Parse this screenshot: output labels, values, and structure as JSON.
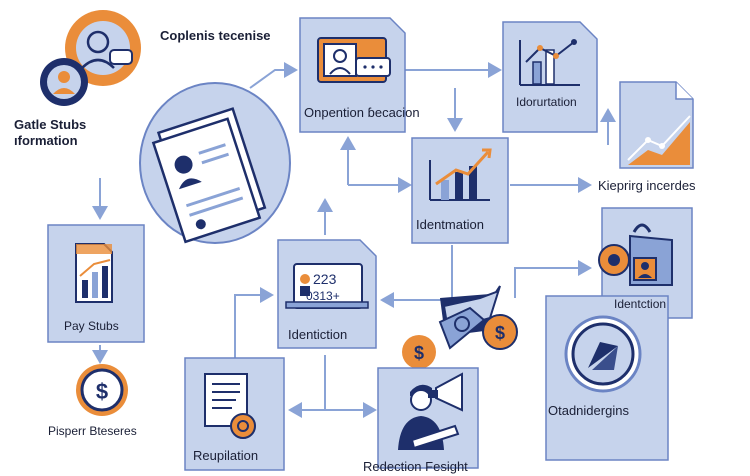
{
  "colors": {
    "card_fill": "#c6d3ec",
    "card_stroke": "#6b84c4",
    "navy": "#1e2f6b",
    "orange": "#ea8d3a",
    "arrow": "#8aa3d6",
    "text": "#1a1f36"
  },
  "labels": {
    "top_caption": "Coplenis tecenise",
    "gatle_line1": "Gatle Stubs",
    "gatle_line2": "ıformation",
    "openption": "Onpention ɓecacion",
    "idorurtation": "Idorurtation",
    "keipring": "Kieprirg incerdes",
    "identmation": "Identmation",
    "pay_stubs": "Pay Stubs",
    "identiction_center": "Identiction",
    "identction_right": "Identction",
    "pisperr": "Pisperr Bteseres",
    "repuilation": "Reupilation",
    "otadnider": "Otadnidergins",
    "redection": "Redection Fesight"
  },
  "card_text": {
    "code_line1": "223",
    "code_line2": "0313+"
  },
  "icons": [
    "user-profile-icon",
    "user-avatar-icon",
    "documents-icon",
    "profile-screen-icon",
    "bar-chart-icon",
    "trend-chart-icon",
    "growth-chart-icon",
    "pay-stub-icon",
    "code-screen-icon",
    "dollar-coin-icon",
    "money-icon",
    "wallet-icon",
    "lock-icon",
    "compass-icon",
    "report-icon",
    "megaphone-person-icon"
  ]
}
